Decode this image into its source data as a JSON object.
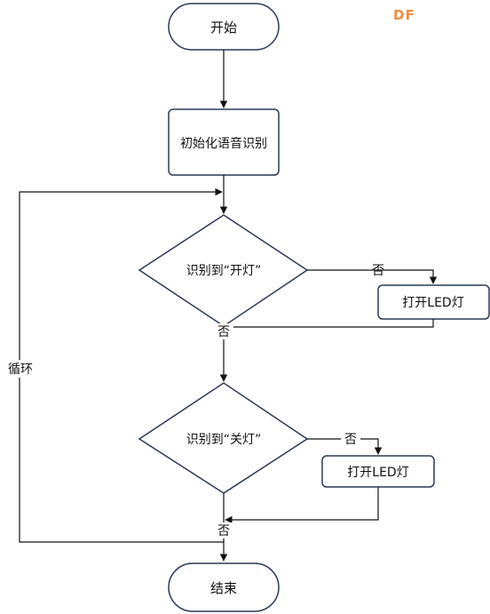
{
  "watermark": "DF",
  "nodes": {
    "start": "开始",
    "init": "初始化语音识别",
    "decision_on": "识别到“开灯”",
    "action_on": "打开LED灯",
    "decision_off": "识别到“关灯”",
    "action_off": "打开LED灯",
    "end": "结束"
  },
  "edge_labels": {
    "on_branch": "否",
    "on_merge": "否",
    "off_branch": "否",
    "off_merge": "否",
    "loop": "循环"
  },
  "colors": {
    "stroke": "#2b3a55",
    "fill": "#ffffff",
    "line": "#111111",
    "watermark": "#f08a3c"
  }
}
